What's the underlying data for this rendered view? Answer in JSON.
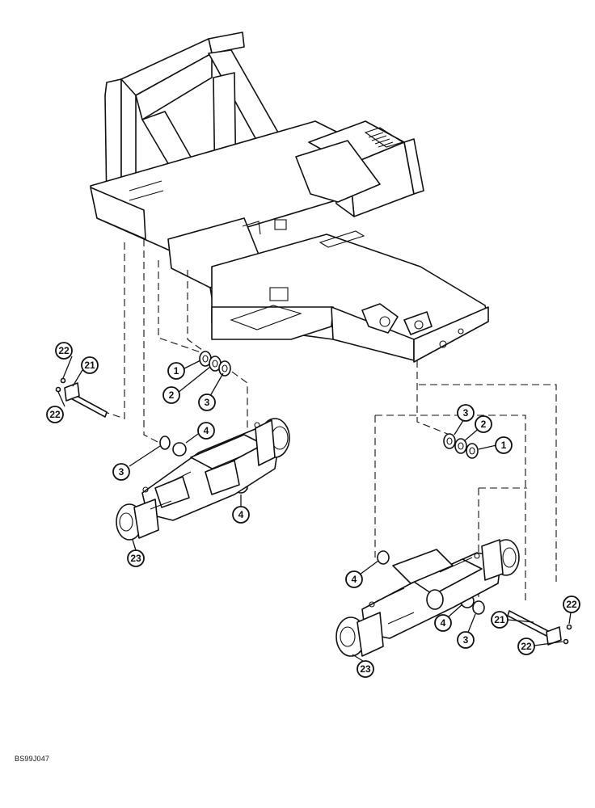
{
  "figure_code": "BS99J047",
  "callouts": [
    {
      "id": "c22a",
      "label": "22"
    },
    {
      "id": "c21a",
      "label": "21"
    },
    {
      "id": "c22b",
      "label": "22"
    },
    {
      "id": "c1a",
      "label": "1"
    },
    {
      "id": "c2a",
      "label": "2"
    },
    {
      "id": "c3a",
      "label": "3"
    },
    {
      "id": "c4a",
      "label": "4"
    },
    {
      "id": "c3b",
      "label": "3"
    },
    {
      "id": "c4b",
      "label": "4"
    },
    {
      "id": "c23a",
      "label": "23"
    },
    {
      "id": "c3c",
      "label": "3"
    },
    {
      "id": "c2b",
      "label": "2"
    },
    {
      "id": "c1b",
      "label": "1"
    },
    {
      "id": "c4c",
      "label": "4"
    },
    {
      "id": "c4d",
      "label": "4"
    },
    {
      "id": "c3d",
      "label": "3"
    },
    {
      "id": "c21b",
      "label": "21"
    },
    {
      "id": "c22c",
      "label": "22"
    },
    {
      "id": "c22d",
      "label": "22"
    },
    {
      "id": "c23b",
      "label": "23"
    }
  ]
}
